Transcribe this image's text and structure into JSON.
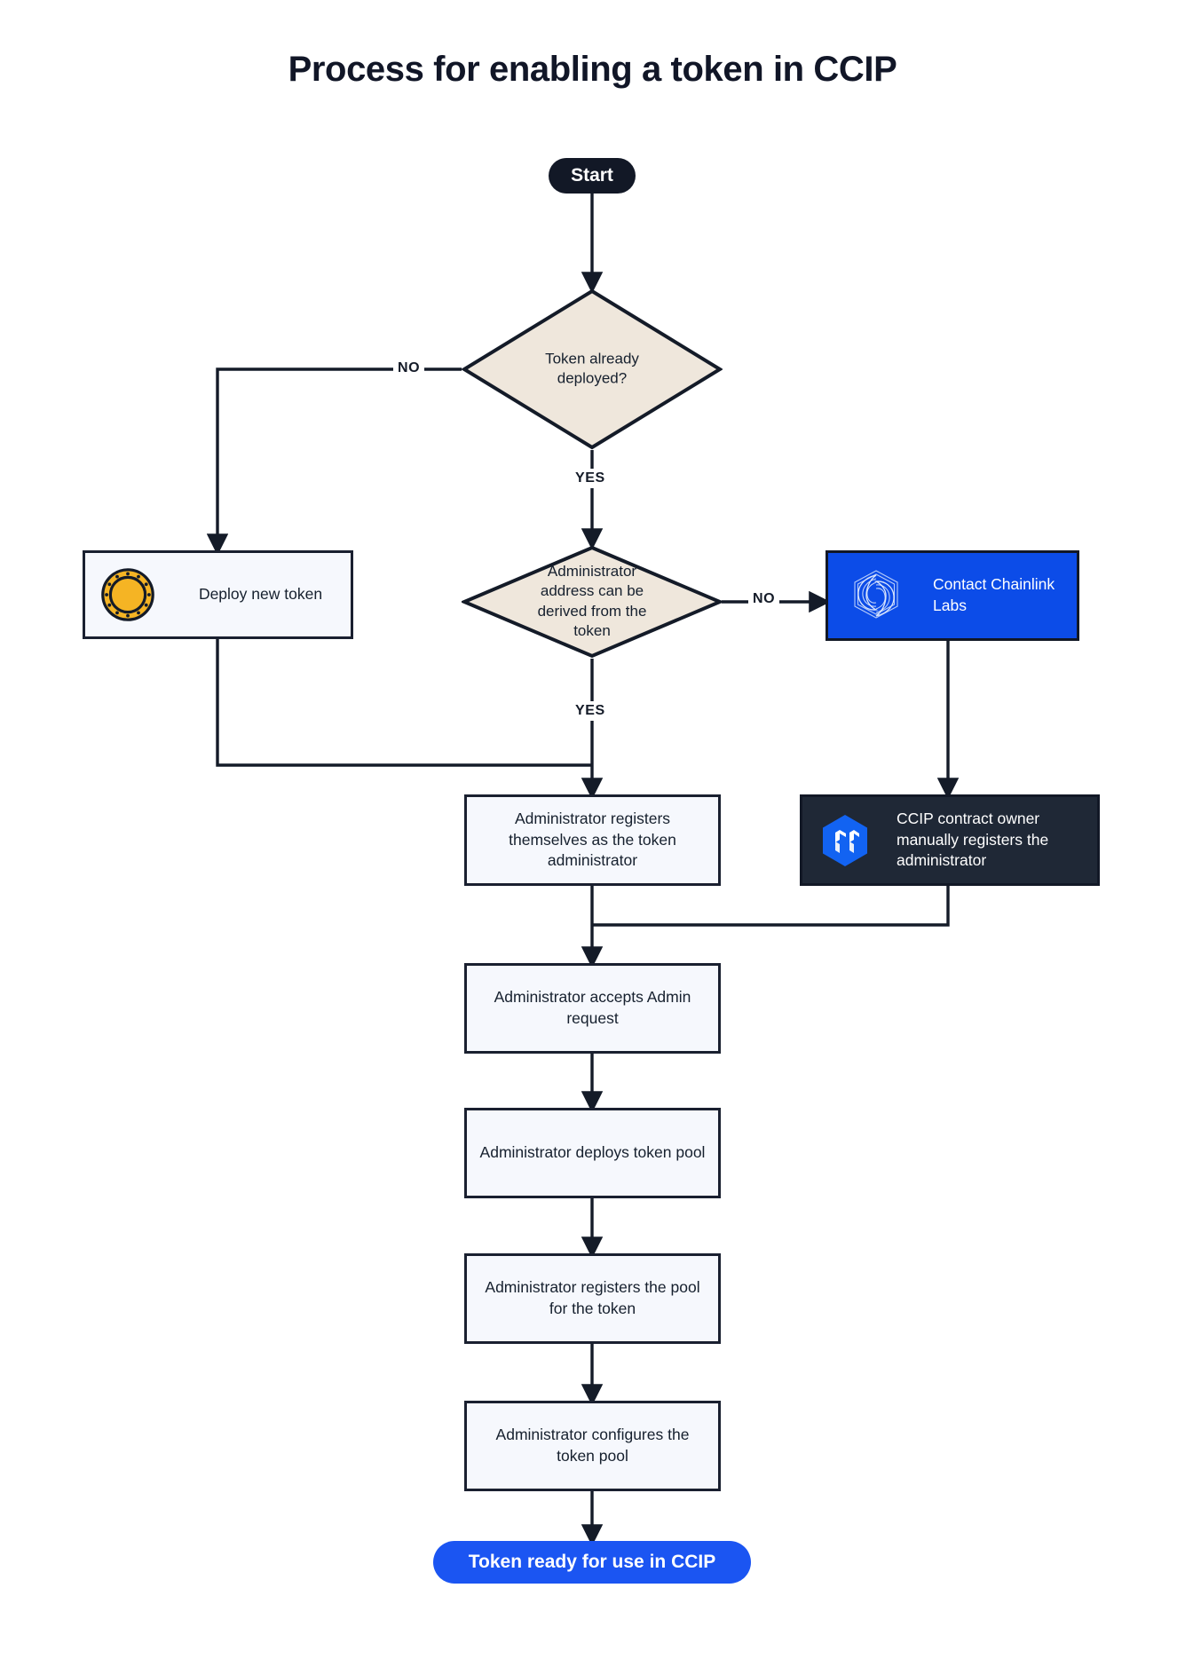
{
  "title": "Process for enabling a token in CCIP",
  "colors": {
    "page_background": "#FFFFFF",
    "ink": "#121826",
    "decision_fill": "#EFE7DC",
    "process_fill": "#F6F8FD",
    "brand_blue": "#0C4CE8",
    "terminal_blue": "#1B55F2",
    "dark_navy": "#1F2836",
    "coin_gold": "#F5B424"
  },
  "nodes": {
    "start": {
      "label": "Start",
      "type": "terminal",
      "icon": "none"
    },
    "decision_token_deployed": {
      "label": "Token already deployed?",
      "type": "decision"
    },
    "deploy_new_token": {
      "label": "Deploy new token",
      "type": "process",
      "icon": "coin-icon"
    },
    "decision_admin_derivable": {
      "label": "Administrator address can be derived from the token",
      "type": "decision"
    },
    "contact_chainlink_labs": {
      "label": "Contact Chainlink Labs",
      "type": "process-blue",
      "icon": "chainlink-logo-icon"
    },
    "admin_registers_self": {
      "label": "Administrator registers themselves as the token administrator",
      "type": "process"
    },
    "ccip_owner_registers": {
      "label": "CCIP contract owner manually registers the administrator",
      "type": "process-dark",
      "icon": "ccip-hexagon-icon"
    },
    "admin_accepts_request": {
      "label": "Administrator accepts Admin request",
      "type": "process"
    },
    "admin_deploys_pool": {
      "label": "Administrator deploys token pool",
      "type": "process"
    },
    "admin_registers_pool": {
      "label": "Administrator registers the pool for the token",
      "type": "process"
    },
    "admin_configures_pool": {
      "label": "Administrator configures the token pool",
      "type": "process"
    },
    "token_ready": {
      "label": "Token ready for use in CCIP",
      "type": "terminal"
    }
  },
  "edge_labels": {
    "token_deployed_no": "NO",
    "token_deployed_yes": "YES",
    "admin_derivable_no": "NO",
    "admin_derivable_yes": "YES"
  },
  "chart_data": {
    "type": "flowchart",
    "title": "Process for enabling a token in CCIP",
    "direction": "top-to-bottom",
    "nodes": [
      {
        "id": "start",
        "shape": "pill",
        "label": "Start"
      },
      {
        "id": "decision_token_deployed",
        "shape": "diamond",
        "label": "Token already deployed?"
      },
      {
        "id": "deploy_new_token",
        "shape": "rect",
        "label": "Deploy new token"
      },
      {
        "id": "decision_admin_derivable",
        "shape": "diamond",
        "label": "Administrator address can be derived from the token"
      },
      {
        "id": "contact_chainlink_labs",
        "shape": "rect",
        "label": "Contact Chainlink Labs"
      },
      {
        "id": "admin_registers_self",
        "shape": "rect",
        "label": "Administrator registers themselves as the token administrator"
      },
      {
        "id": "ccip_owner_registers",
        "shape": "rect",
        "label": "CCIP contract owner manually registers the administrator"
      },
      {
        "id": "admin_accepts_request",
        "shape": "rect",
        "label": "Administrator accepts Admin request"
      },
      {
        "id": "admin_deploys_pool",
        "shape": "rect",
        "label": "Administrator deploys token pool"
      },
      {
        "id": "admin_registers_pool",
        "shape": "rect",
        "label": "Administrator registers the pool for the token"
      },
      {
        "id": "admin_configures_pool",
        "shape": "rect",
        "label": "Administrator configures the token pool"
      },
      {
        "id": "token_ready",
        "shape": "pill",
        "label": "Token ready for use in CCIP"
      }
    ],
    "edges": [
      {
        "from": "start",
        "to": "decision_token_deployed",
        "label": ""
      },
      {
        "from": "decision_token_deployed",
        "to": "deploy_new_token",
        "label": "NO"
      },
      {
        "from": "decision_token_deployed",
        "to": "decision_admin_derivable",
        "label": "YES"
      },
      {
        "from": "deploy_new_token",
        "to": "admin_registers_self",
        "label": ""
      },
      {
        "from": "decision_admin_derivable",
        "to": "contact_chainlink_labs",
        "label": "NO"
      },
      {
        "from": "decision_admin_derivable",
        "to": "admin_registers_self",
        "label": "YES"
      },
      {
        "from": "contact_chainlink_labs",
        "to": "ccip_owner_registers",
        "label": ""
      },
      {
        "from": "admin_registers_self",
        "to": "admin_accepts_request",
        "label": ""
      },
      {
        "from": "ccip_owner_registers",
        "to": "admin_accepts_request",
        "label": ""
      },
      {
        "from": "admin_accepts_request",
        "to": "admin_deploys_pool",
        "label": ""
      },
      {
        "from": "admin_deploys_pool",
        "to": "admin_registers_pool",
        "label": ""
      },
      {
        "from": "admin_registers_pool",
        "to": "admin_configures_pool",
        "label": ""
      },
      {
        "from": "admin_configures_pool",
        "to": "token_ready",
        "label": ""
      }
    ]
  }
}
